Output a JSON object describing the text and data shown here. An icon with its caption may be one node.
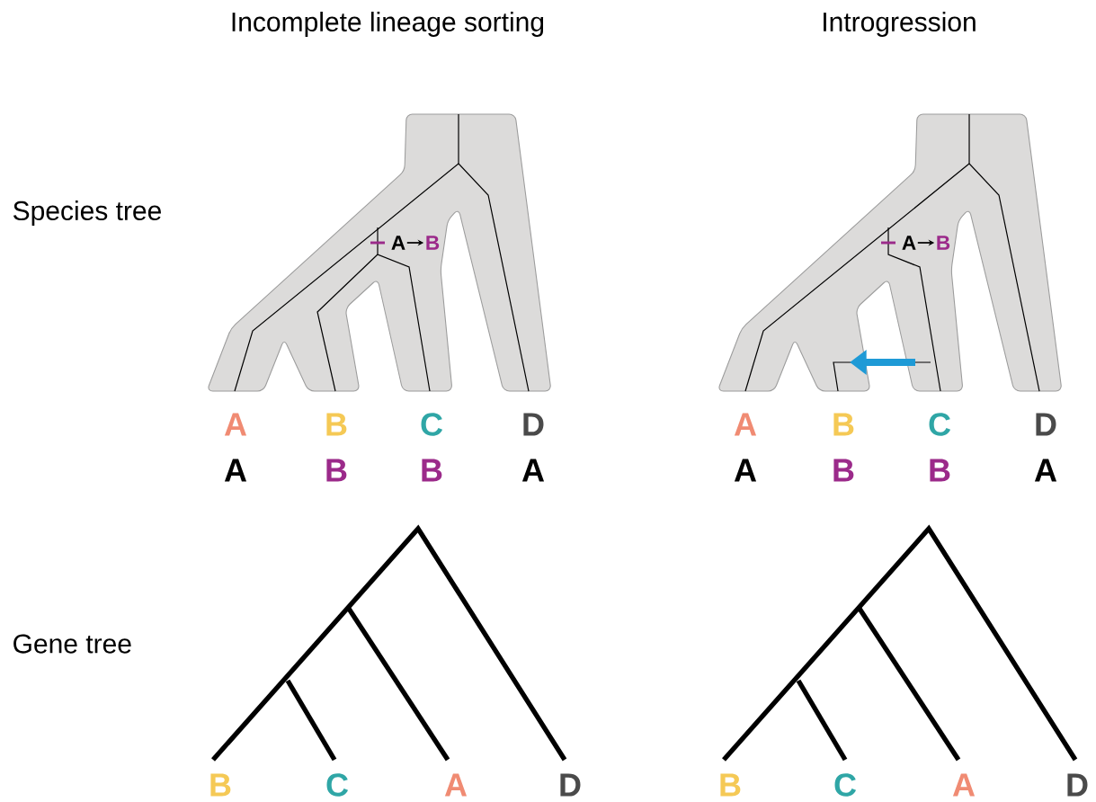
{
  "diagram": {
    "nodes": [
      {
        "text": [
          "A"
        ]
      },
      {
        "text": [
          "B"
        ]
      },
      {
        "text": [
          "A"
        ]
      },
      {
        "text": [
          "B"
        ]
      }
    ],
    "edges": [
      {
        "from": 0,
        "to": 1,
        "arrow": "to"
      },
      {
        "from": 2,
        "to": 3,
        "arrow": "to"
      }
    ],
    "labels": [
      "Incomplete lineage sorting",
      "Introgression",
      "Species tree",
      "A",
      "B",
      "C",
      "D",
      "A",
      "B",
      "C",
      "D",
      "A",
      "B",
      "B",
      "A",
      "A",
      "B",
      "B",
      "A",
      "Gene tree",
      "B",
      "C",
      "A",
      "D",
      "B",
      "C",
      "A",
      "D"
    ]
  }
}
